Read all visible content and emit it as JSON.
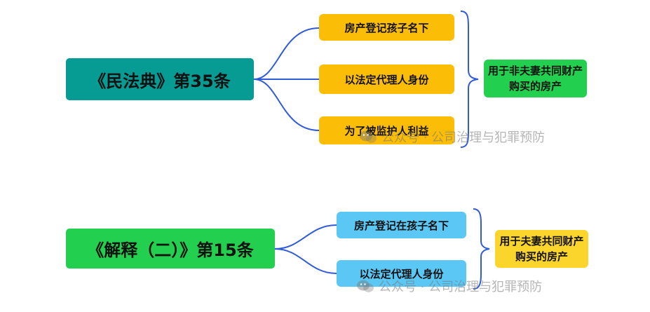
{
  "group1": {
    "root": "《民法典》第35条",
    "branches": [
      "房产登记孩子名下",
      "以法定代理人身份",
      "为了被监护人利益"
    ],
    "result": "用于非夫妻共同财产购买的房产"
  },
  "group2": {
    "root": "《解释（二）》第15条",
    "branches": [
      "房产登记在孩子名下",
      "以法定代理人身份"
    ],
    "result": "用于夫妻共同财产购买的房产"
  },
  "watermark": {
    "text": "公众号 · 公司治理与犯罪预防",
    "icon": "wechat-icon"
  },
  "colors": {
    "root1": "#069c94",
    "root2": "#22cf4e",
    "leaf_yellow": "#fbbd06",
    "leaf_blue": "#5bc7f4",
    "result1": "#22cf4e",
    "result2": "#fbd42c",
    "connector": "#2f5bd8"
  }
}
